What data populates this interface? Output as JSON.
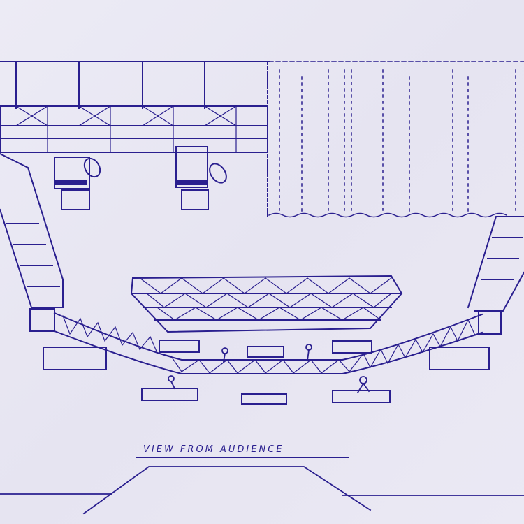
{
  "drawing": {
    "caption": "VIEW FROM AUDIENCE",
    "ink_color": "#2a1f8f",
    "paper_color": "#e9e7f3",
    "elements": [
      "upper-lighting-grid",
      "follow-spot-left",
      "follow-spot-right",
      "curtain-backdrop",
      "stair-truss-left",
      "stair-truss-right",
      "center-hanging-truss",
      "curved-front-truss",
      "small-truss-segments",
      "performer-figures",
      "stage-apron-outline"
    ]
  }
}
